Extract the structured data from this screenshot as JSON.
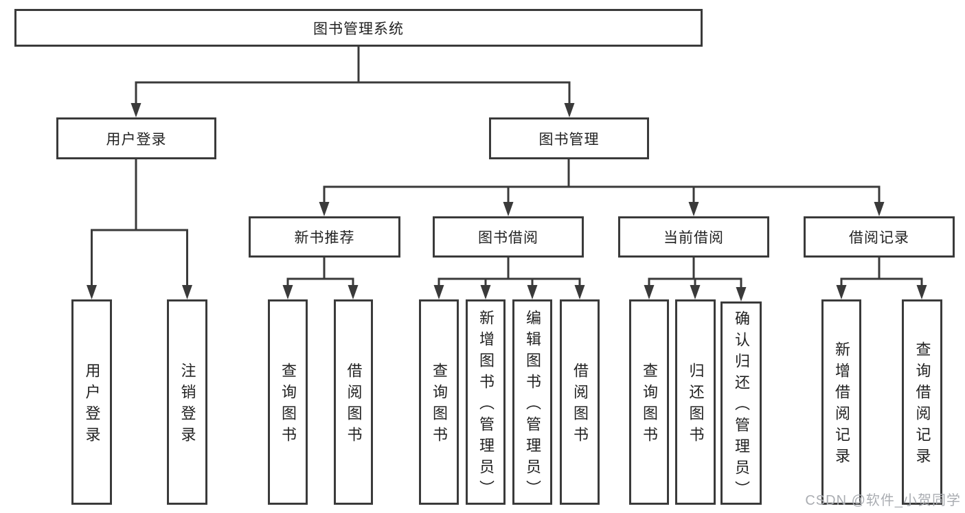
{
  "diagram": {
    "root": {
      "label": "图书管理系统"
    },
    "level2": [
      {
        "label": "用户登录"
      },
      {
        "label": "图书管理"
      }
    ],
    "level3": [
      {
        "label": "新书推荐"
      },
      {
        "label": "图书借阅"
      },
      {
        "label": "当前借阅"
      },
      {
        "label": "借阅记录"
      }
    ],
    "leaves": [
      {
        "label": "用户登录"
      },
      {
        "label": "注销登录"
      },
      {
        "label": "查询图书"
      },
      {
        "label": "借阅图书"
      },
      {
        "label": "查询图书"
      },
      {
        "label": "新增图书（管理员）"
      },
      {
        "label": "编辑图书（管理员）"
      },
      {
        "label": "借阅图书"
      },
      {
        "label": "查询图书"
      },
      {
        "label": "归还图书"
      },
      {
        "label": "确认归还（管理员）"
      },
      {
        "label": "新增借阅记录"
      },
      {
        "label": "查询借阅记录"
      }
    ]
  },
  "watermark": {
    "text": "CSDN @软件_小贺同学"
  },
  "colors": {
    "line": "#3a3a3a",
    "box_border": "#3a3a3a",
    "text": "#222222",
    "background": "#ffffff",
    "watermark_text": "#aaadb2"
  }
}
